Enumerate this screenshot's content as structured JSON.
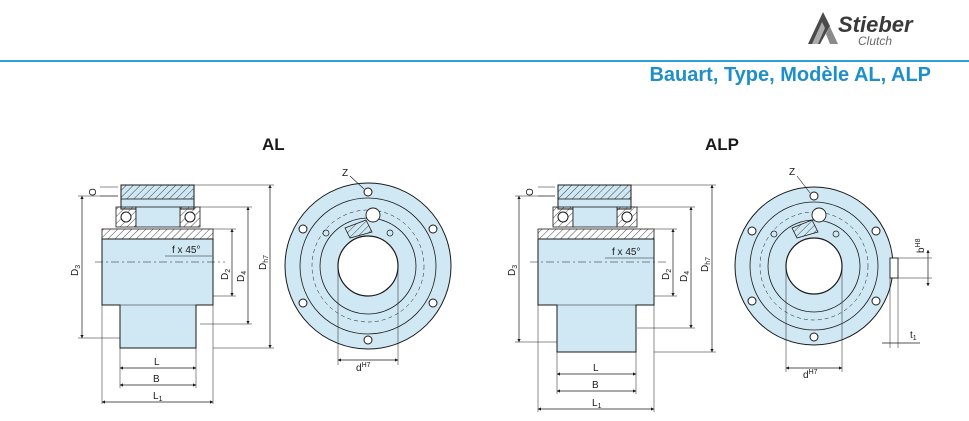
{
  "brand": {
    "name": "Stieber",
    "sub": "Clutch",
    "accent_color": "#2aa1d8"
  },
  "heading": "Bauart, Type, Modèle AL, ALP",
  "drawings": {
    "al": {
      "title": "AL",
      "labels": {
        "o": "O",
        "d3": "D",
        "d3_sub": "3",
        "chamfer": "f x 45°",
        "d2": "D",
        "d2_sub": "2",
        "d4": "D",
        "d4_sub": "4",
        "dh7": "D",
        "dh7_sub": "h7",
        "l": "L",
        "b": "B",
        "l1": "L",
        "l1_sub": "1",
        "z": "Z",
        "bore": "d",
        "bore_sup": "H7"
      }
    },
    "alp": {
      "title": "ALP",
      "labels": {
        "o": "O",
        "d3": "D",
        "d3_sub": "3",
        "chamfer": "f x 45°",
        "d2": "D",
        "d2_sub": "2",
        "d4": "D",
        "d4_sub": "4",
        "dh7": "D",
        "dh7_sub": "h7",
        "l": "L",
        "b": "B",
        "l1": "L",
        "l1_sub": "1",
        "z": "Z",
        "bore": "d",
        "bore_sup": "H7",
        "key_width": "b",
        "key_width_sup": "H8",
        "key_depth": "t",
        "key_depth_sub": "1"
      }
    }
  },
  "colors": {
    "part_fill": "#cfe8f4",
    "line": "#1a1a1a",
    "hatch": "#1a1a1a"
  }
}
